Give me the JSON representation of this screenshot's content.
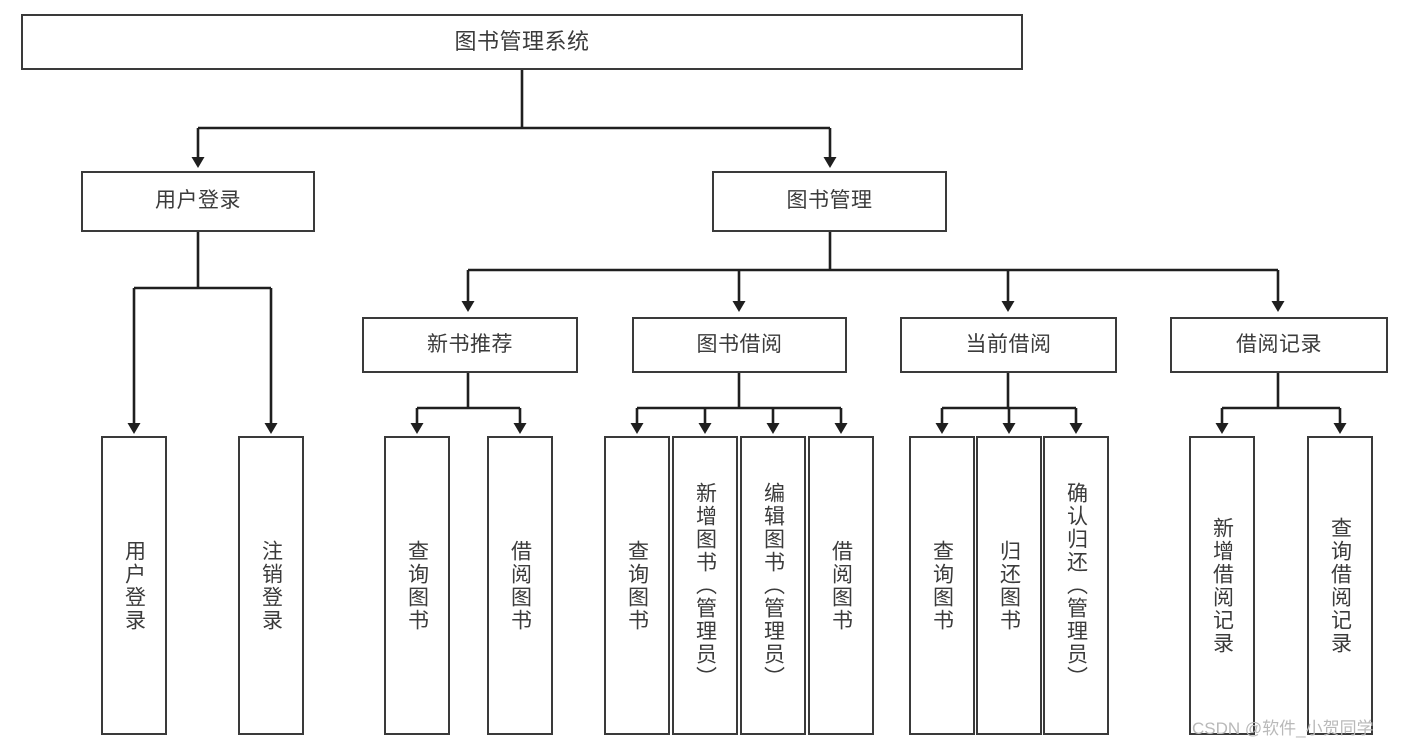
{
  "diagram": {
    "type": "tree-hierarchy",
    "title": "图书管理系统",
    "watermark": "CSDN @软件_小贺同学",
    "colors": {
      "box_border": "#3a3a3a",
      "box_fill": "#ffffff",
      "text": "#3b3b3b",
      "connector": "#1f1f1f",
      "watermark": "#b9b9b9"
    },
    "levels": {
      "root": {
        "label": "图书管理系统"
      },
      "level2": [
        {
          "label": "用户登录"
        },
        {
          "label": "图书管理"
        }
      ],
      "level3": [
        {
          "label": "新书推荐"
        },
        {
          "label": "图书借阅"
        },
        {
          "label": "当前借阅"
        },
        {
          "label": "借阅记录"
        }
      ]
    },
    "leaves": {
      "user_login": [
        {
          "label": "用户登录"
        },
        {
          "label": "注销登录"
        }
      ],
      "new_book_recommend": [
        {
          "label": "查询图书"
        },
        {
          "label": "借阅图书"
        }
      ],
      "book_borrow": [
        {
          "label": "查询图书"
        },
        {
          "label": "新增图书（管理员）"
        },
        {
          "label": "编辑图书（管理员）"
        },
        {
          "label": "借阅图书"
        }
      ],
      "current_borrow": [
        {
          "label": "查询图书"
        },
        {
          "label": "归还图书"
        },
        {
          "label": "确认归还（管理员）"
        }
      ],
      "borrow_records": [
        {
          "label": "新增借阅记录"
        },
        {
          "label": "查询借阅记录"
        }
      ]
    }
  }
}
